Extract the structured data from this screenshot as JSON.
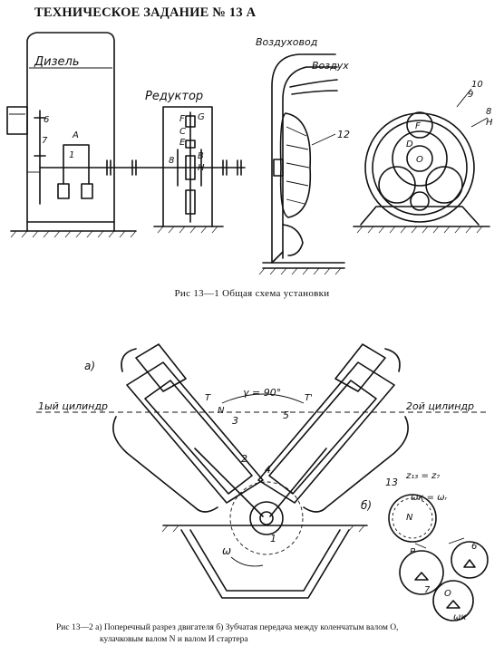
{
  "header": {
    "title": "ТЕХНИЧЕСКОЕ ЗАДАНИЕ № 13 А"
  },
  "figure1": {
    "caption": "Рис 13—1 Общая схема установки",
    "labels": {
      "diesel": "Дизель",
      "reducer": "Редуктор",
      "air_duct": "Воздуховод",
      "air": "Воздух",
      "n1": "1",
      "n6": "6",
      "n7": "7",
      "n8": "8",
      "n12": "12",
      "nA": "A",
      "nF": "F",
      "nE": "E",
      "nC": "C",
      "nB": "B",
      "nH": "H",
      "nG": "G",
      "n10": "10",
      "n9": "9",
      "n8r": "8",
      "nHr": "H",
      "nFr": "F",
      "nDr": "D",
      "nOr": "O"
    }
  },
  "figure2": {
    "caption_line1": "Рис 13—2  а) Поперечный разрез двигателя     б) Зубчатая передача между коленчатым валом О,",
    "caption_line2": "кулачковым валом N и валом И стартера",
    "labels": {
      "a": "а)",
      "b": "б)",
      "cyl1": "1ый цилиндр",
      "cyl2": "2ой цилиндр",
      "gamma": "γ = 90°",
      "T": "T",
      "T1": "T'",
      "N": "N",
      "n3": "3",
      "n5": "5",
      "n2": "2",
      "n4": "4",
      "n1": "1",
      "omega": "ω",
      "n13": "13",
      "zeq": "z₁₃ = z₇",
      "weq": "ωк = ωᵣ",
      "Nb": "N",
      "n6": "6",
      "n7": "7",
      "Ob": "O",
      "Pb": "P",
      "wk": "ωк"
    }
  }
}
